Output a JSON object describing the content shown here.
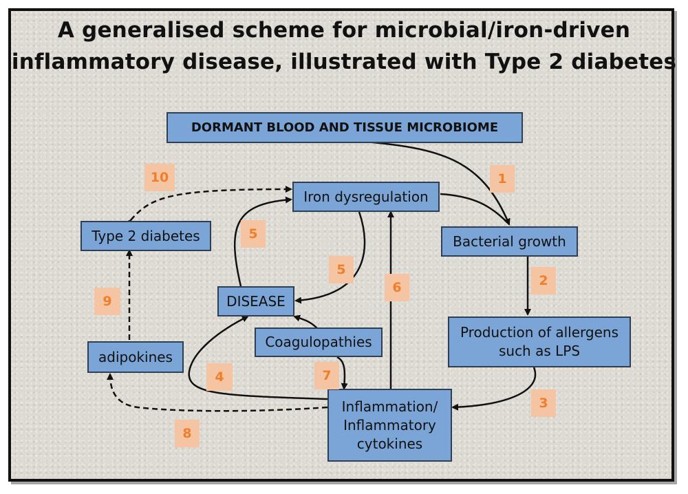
{
  "title": {
    "line1": "A generalised scheme for microbial/iron-driven",
    "line2": "inflammatory disease, illustrated with Type 2 diabetes"
  },
  "nodes": {
    "microbiome": "DORMANT BLOOD AND TISSUE MICROBIOME",
    "iron": "Iron dysregulation",
    "type2": "Type 2 diabetes",
    "bacterial": "Bacterial growth",
    "disease": "DISEASE",
    "allergens": "Production of allergens such as LPS",
    "coag": "Coagulopathies",
    "adipokines": "adipokines",
    "inflammation": "Inflammation/ Inflammatory cytokines"
  },
  "labels": {
    "n1": "1",
    "n2": "2",
    "n3": "3",
    "n4": "4",
    "n5a": "5",
    "n5b": "5",
    "n6": "6",
    "n7": "7",
    "n8": "8",
    "n9": "9",
    "n10": "10"
  },
  "colors": {
    "box_fill": "#7aa5d6",
    "box_border": "#2e3f54",
    "label_fill": "#f5c4a3",
    "label_text": "#f07f2c",
    "background": "#dcdad2"
  }
}
